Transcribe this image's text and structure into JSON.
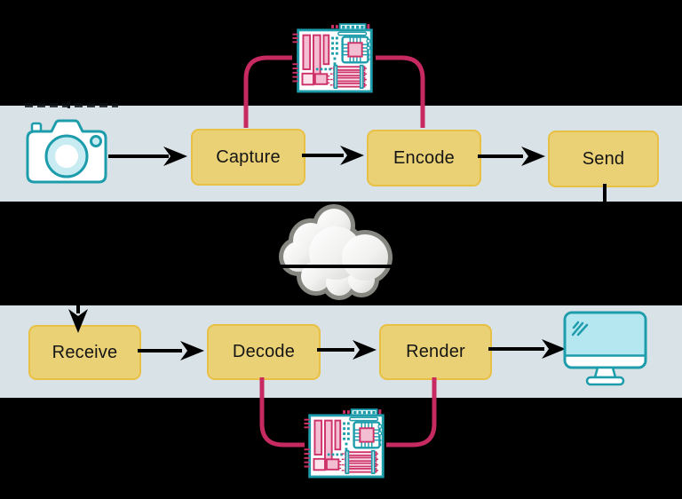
{
  "pipeline": {
    "send_side": {
      "source_icon": "camera-icon",
      "hardware_icon": "motherboard-icon",
      "steps": [
        {
          "label": "Capture"
        },
        {
          "label": "Encode"
        },
        {
          "label": "Send"
        }
      ]
    },
    "network": {
      "icon": "cloud-icon"
    },
    "receive_side": {
      "steps": [
        {
          "label": "Receive"
        },
        {
          "label": "Decode"
        },
        {
          "label": "Render"
        }
      ],
      "hardware_icon": "motherboard-icon",
      "output_icon": "monitor-icon"
    }
  },
  "colors": {
    "background": "#000000",
    "band": "#d9e2e6",
    "node_fill": "#ebd175",
    "node_border": "#e8c044",
    "node_text": "#151515",
    "arrow": "#000000",
    "hardware_link_pink": "#c62a60",
    "component_pink": "#ce3168",
    "component_pink_fill": "#f3bed1",
    "device_teal": "#1d9cac",
    "device_fill_light": "#c9ecf3",
    "monitor_screen": "#b5e7f0",
    "cloud_rim_gray": "#9f9f99"
  }
}
